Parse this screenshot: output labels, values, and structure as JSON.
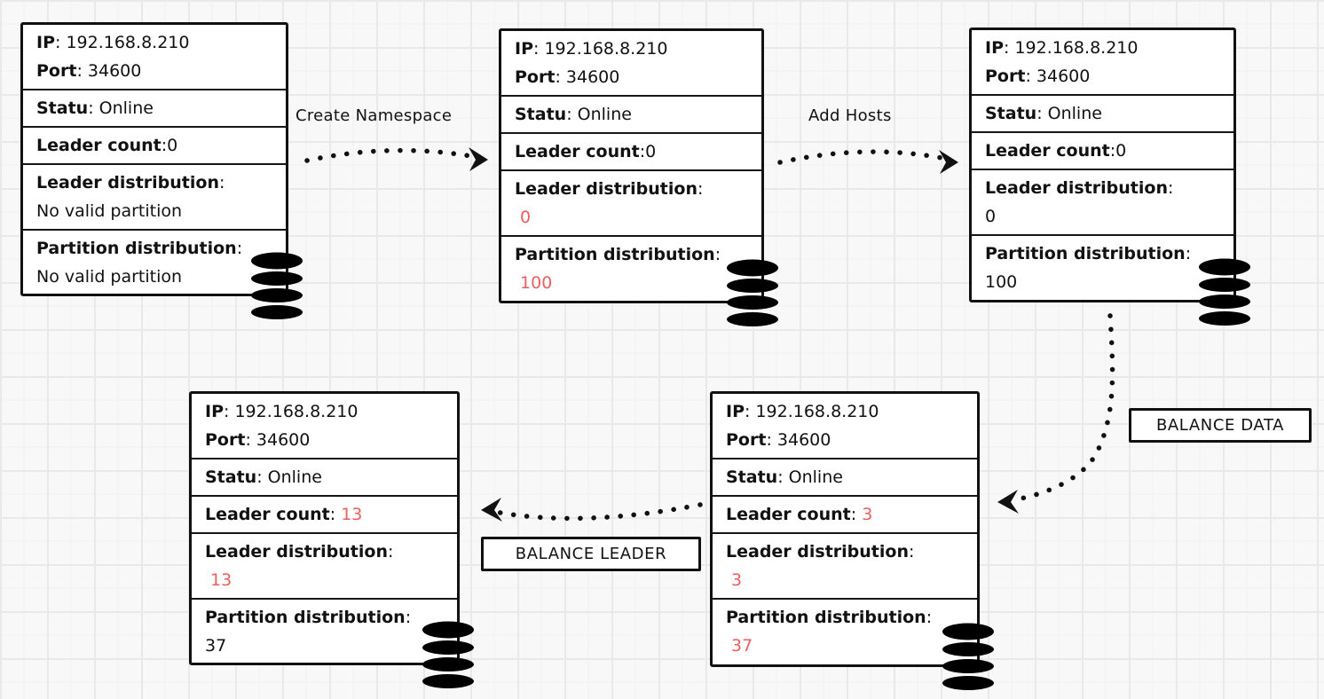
{
  "colors": {
    "ink": "#111111",
    "value_red": "#ec5e5e",
    "canvas_bg": "#f8f8f8",
    "node_bg": "#ffffff"
  },
  "nodes": [
    {
      "step": "initial",
      "ip": {
        "label": "IP",
        "sep": ": ",
        "value": "192.168.8.210"
      },
      "port": {
        "label": "Port",
        "sep": ": ",
        "value": "34600"
      },
      "status": {
        "label": "Statu",
        "sep": ": ",
        "value": "Online"
      },
      "leader_count": {
        "label": "Leader count",
        "sep": ":",
        "value": "0",
        "color": "#111111"
      },
      "leader_distribution": {
        "label": "Leader distribution",
        "sep": ":",
        "value": "No valid partition",
        "color": "#111111"
      },
      "partition_distribution": {
        "label": "Partition distribution",
        "sep": ":",
        "value": "No valid partition",
        "color": "#111111"
      }
    },
    {
      "step": "after-create-namespace",
      "ip": {
        "label": "IP",
        "sep": ": ",
        "value": "192.168.8.210"
      },
      "port": {
        "label": "Port",
        "sep": ": ",
        "value": "34600"
      },
      "status": {
        "label": "Statu",
        "sep": ": ",
        "value": "Online"
      },
      "leader_count": {
        "label": "Leader count",
        "sep": ":",
        "value": "0",
        "color": "#111111"
      },
      "leader_distribution": {
        "label": "Leader distribution",
        "sep": ":",
        "value": " 0",
        "color": "#ec5e5e"
      },
      "partition_distribution": {
        "label": "Partition distribution",
        "sep": ":",
        "value": " 100",
        "color": "#ec5e5e"
      }
    },
    {
      "step": "after-add-hosts",
      "ip": {
        "label": "IP",
        "sep": ": ",
        "value": "192.168.8.210"
      },
      "port": {
        "label": "Port",
        "sep": ": ",
        "value": "34600"
      },
      "status": {
        "label": "Statu",
        "sep": ": ",
        "value": "Online"
      },
      "leader_count": {
        "label": "Leader count",
        "sep": ":",
        "value": "0",
        "color": "#111111"
      },
      "leader_distribution": {
        "label": "Leader distribution",
        "sep": ":",
        "value": "0",
        "color": "#111111"
      },
      "partition_distribution": {
        "label": "Partition distribution",
        "sep": ":",
        "value": "100",
        "color": "#111111"
      }
    },
    {
      "step": "after-balance-data",
      "ip": {
        "label": "IP",
        "sep": ": ",
        "value": "192.168.8.210"
      },
      "port": {
        "label": "Port",
        "sep": ": ",
        "value": "34600"
      },
      "status": {
        "label": "Statu",
        "sep": ": ",
        "value": "Online"
      },
      "leader_count": {
        "label": "Leader count",
        "sep": ": ",
        "value": "3",
        "color": "#ec5e5e"
      },
      "leader_distribution": {
        "label": "Leader distribution",
        "sep": ":",
        "value": " 3",
        "color": "#ec5e5e"
      },
      "partition_distribution": {
        "label": "Partition distribution",
        "sep": ":",
        "value": " 37",
        "color": "#ec5e5e"
      }
    },
    {
      "step": "after-balance-leader",
      "ip": {
        "label": "IP",
        "sep": ": ",
        "value": "192.168.8.210"
      },
      "port": {
        "label": "Port",
        "sep": ": ",
        "value": "34600"
      },
      "status": {
        "label": "Statu",
        "sep": ": ",
        "value": "Online"
      },
      "leader_count": {
        "label": "Leader count",
        "sep": ": ",
        "value": "13",
        "color": "#ec5e5e"
      },
      "leader_distribution": {
        "label": "Leader distribution",
        "sep": ":",
        "value": " 13",
        "color": "#ec5e5e"
      },
      "partition_distribution": {
        "label": "Partition distribution",
        "sep": ":",
        "value": "37",
        "color": "#111111"
      }
    }
  ],
  "arrows": {
    "create_namespace": {
      "label": "Create Namespace",
      "boxed": false
    },
    "add_hosts": {
      "label": "Add Hosts",
      "boxed": false
    },
    "balance_data": {
      "label": "BALANCE DATA",
      "boxed": true
    },
    "balance_leader": {
      "label": "BALANCE LEADER",
      "boxed": true
    }
  },
  "icons": {
    "database": "database-cylinder"
  }
}
